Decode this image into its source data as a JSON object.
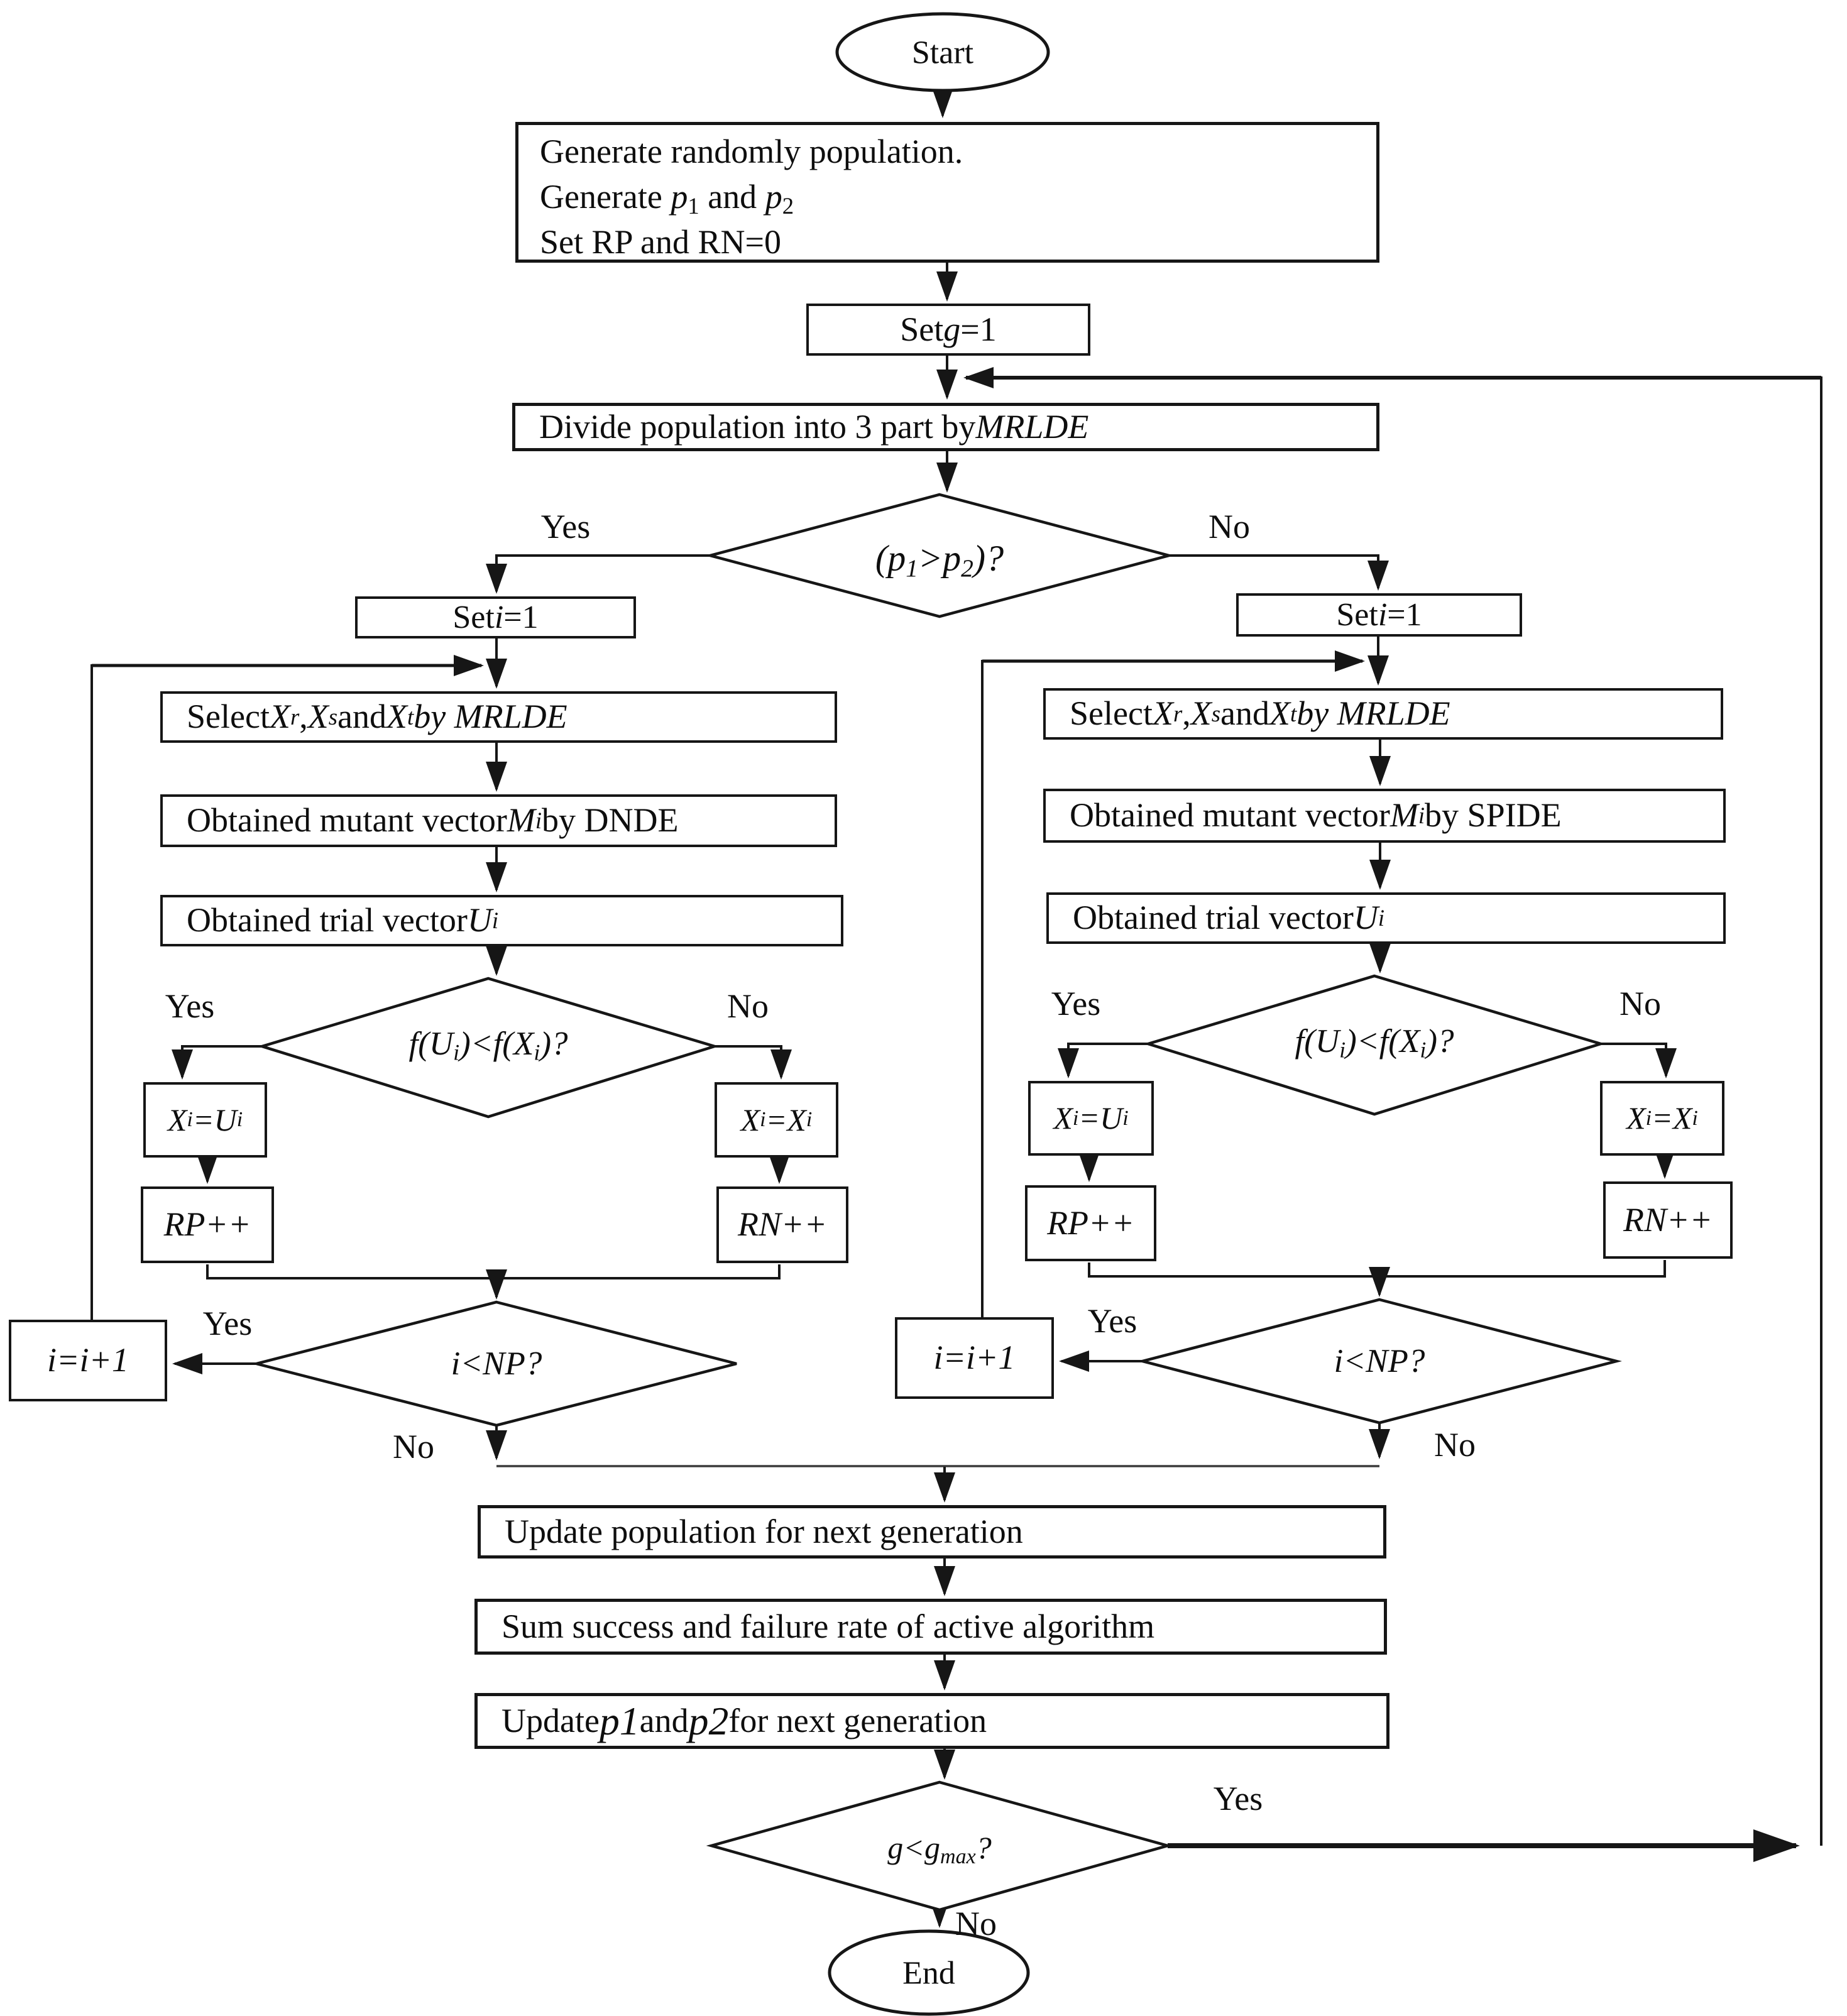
{
  "colors": {
    "ink": "#161616",
    "background": "#ffffff"
  },
  "labels": {
    "yes": "Yes",
    "no": "No"
  },
  "nodes": {
    "start": "Start",
    "end": "End",
    "generate_lines": [
      [
        {
          "t": "Generate randomly population."
        }
      ],
      [
        {
          "t": "Generate "
        },
        {
          "t": "p",
          "i": true
        },
        {
          "t": "1",
          "s": true
        },
        {
          "t": " and "
        },
        {
          "t": "p",
          "i": true
        },
        {
          "t": "2",
          "s": true
        }
      ],
      [
        {
          "t": "Set RP and RN=0"
        }
      ]
    ],
    "set_g": [
      {
        "t": "Set "
      },
      {
        "t": "g",
        "i": true
      },
      {
        "t": "=1"
      }
    ],
    "divide": [
      {
        "t": "Divide population into 3 part by "
      },
      {
        "t": "MRLDE",
        "i": true
      }
    ],
    "p_decision": [
      {
        "t": "(p"
      },
      {
        "t": "1",
        "s": true
      },
      {
        "t": ">p"
      },
      {
        "t": "2",
        "s": true
      },
      {
        "t": ")?"
      }
    ],
    "set_i": [
      {
        "t": "Set "
      },
      {
        "t": "i",
        "i": true
      },
      {
        "t": "=1"
      }
    ],
    "select": [
      {
        "t": "Select "
      },
      {
        "t": "X",
        "i": true
      },
      {
        "t": "r",
        "i": true,
        "s": true
      },
      {
        "t": " , "
      },
      {
        "t": "X",
        "i": true
      },
      {
        "t": "s",
        "i": true,
        "s": true
      },
      {
        "t": " and "
      },
      {
        "t": "X",
        "i": true
      },
      {
        "t": "t",
        "i": true,
        "s": true
      },
      {
        "t": "  "
      },
      {
        "t": "by MRLDE",
        "i": true
      }
    ],
    "mutant_dnde": [
      {
        "t": "Obtained mutant vector "
      },
      {
        "t": "M",
        "i": true
      },
      {
        "t": "i",
        "i": true,
        "s": true
      },
      {
        "t": " by DNDE"
      }
    ],
    "mutant_spide": [
      {
        "t": "Obtained mutant vector "
      },
      {
        "t": "M",
        "i": true
      },
      {
        "t": "i",
        "i": true,
        "s": true
      },
      {
        "t": " by SPIDE"
      }
    ],
    "trial": [
      {
        "t": "Obtained trial vector "
      },
      {
        "t": "U",
        "i": true
      },
      {
        "t": "i",
        "i": true,
        "s": true
      }
    ],
    "f_decision": [
      {
        "t": "f(U"
      },
      {
        "t": "i",
        "s": true
      },
      {
        "t": ")<f(X"
      },
      {
        "t": "i",
        "s": true
      },
      {
        "t": ")?"
      }
    ],
    "assign_u": [
      {
        "t": "X"
      },
      {
        "t": "i",
        "s": true
      },
      {
        "t": " =U"
      },
      {
        "t": "i",
        "s": true
      }
    ],
    "assign_x": [
      {
        "t": "X"
      },
      {
        "t": "i",
        "s": true
      },
      {
        "t": " =X"
      },
      {
        "t": "i",
        "s": true
      }
    ],
    "rp": "RP++",
    "rn": "RN++",
    "np_decision": [
      {
        "t": "i<NP?"
      }
    ],
    "i_increment": "i=i+1",
    "update_population": "Update population for next generation",
    "sum_rate": "Sum success and failure rate of active algorithm",
    "update_p": [
      {
        "t": "Update "
      },
      {
        "t": "p",
        "i": true,
        "lg": true
      },
      {
        "t": "1",
        "i": true,
        "s": true,
        "lg": true
      },
      {
        "t": " and "
      },
      {
        "t": "p",
        "i": true,
        "lg": true
      },
      {
        "t": "2",
        "i": true,
        "s": true,
        "lg": true
      },
      {
        "t": " for next generation"
      }
    ],
    "g_decision": [
      {
        "t": "g<g"
      },
      {
        "t": "max",
        "s": true
      },
      {
        "t": "?"
      }
    ]
  }
}
